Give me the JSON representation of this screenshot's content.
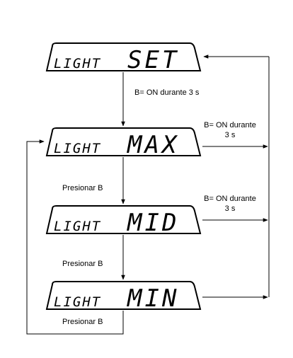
{
  "displays": {
    "set": {
      "label": "LIGHT",
      "mode": "SET"
    },
    "max": {
      "label": "LIGHT",
      "mode": "MAX"
    },
    "mid": {
      "label": "LIGHT",
      "mode": "MID"
    },
    "min": {
      "label": "LIGHT",
      "mode": "MIN"
    }
  },
  "transitions": {
    "set_to_max": "B= ON durante 3 s",
    "max_exit_line1": "B= ON durante",
    "max_exit_line2": "3 s",
    "max_to_mid": "Presionar B",
    "mid_exit_line1": "B= ON durante",
    "mid_exit_line2": "3 s",
    "mid_to_min": "Presionar B",
    "min_to_max": "Presionar B"
  }
}
